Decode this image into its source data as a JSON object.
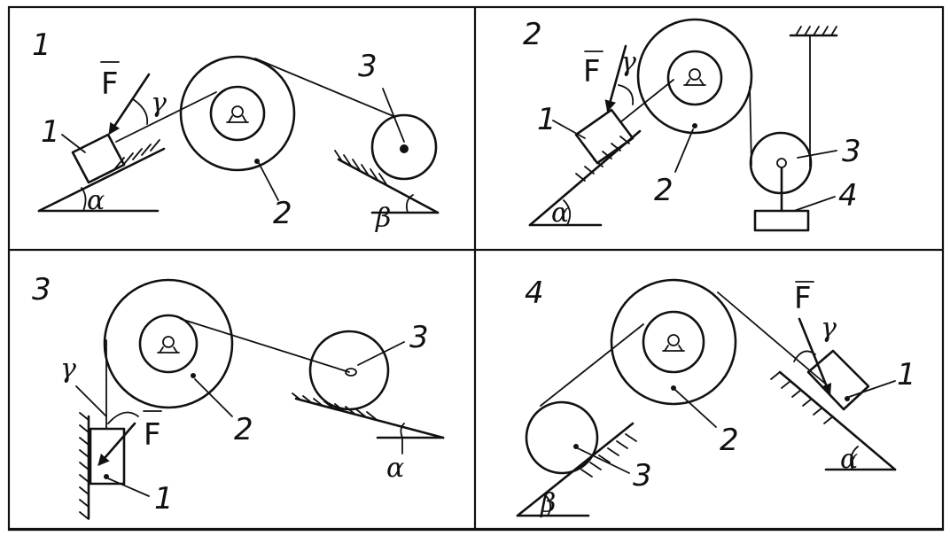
{
  "panels": [
    {
      "number": "1",
      "labels": {
        "force": "F",
        "gamma": "γ",
        "alpha": "α",
        "beta": "β",
        "body1": "1",
        "body2": "2",
        "body3": "3"
      }
    },
    {
      "number": "2",
      "labels": {
        "force": "F",
        "gamma": "γ",
        "alpha": "α",
        "body1": "1",
        "body2": "2",
        "body3": "3",
        "body4": "4"
      }
    },
    {
      "number": "3",
      "labels": {
        "force": "F",
        "gamma": "γ",
        "alpha": "α",
        "body1": "1",
        "body2": "2",
        "body3": "3"
      }
    },
    {
      "number": "4",
      "labels": {
        "force": "F",
        "gamma": "γ",
        "alpha": "α",
        "beta": "β",
        "body1": "1",
        "body2": "2",
        "body3": "3"
      }
    }
  ]
}
